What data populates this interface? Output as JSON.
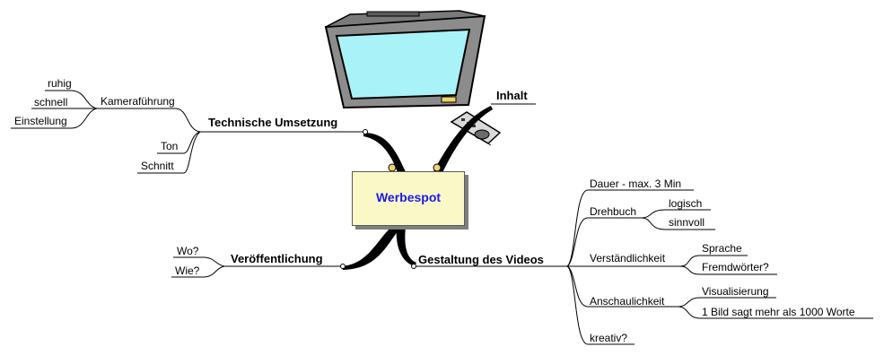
{
  "center": {
    "label": "Werbespot"
  },
  "branches": {
    "technische_umsetzung": {
      "label": "Technische Umsetzung",
      "kamerafuehrung": "Kameraführung",
      "ruhig": "ruhig",
      "schnell": "schnell",
      "einstellung": "Einstellung",
      "ton": "Ton",
      "schnitt": "Schnitt"
    },
    "inhalt": {
      "label": "Inhalt"
    },
    "veroeffentlichung": {
      "label": "Veröffentlichung",
      "wo": "Wo?",
      "wie": "Wie?"
    },
    "gestaltung": {
      "label": "Gestaltung des Videos",
      "dauer": "Dauer - max. 3 Min",
      "drehbuch": "Drehbuch",
      "logisch": "logisch",
      "sinnvoll": "sinnvoll",
      "verstaendlichkeit": "Verständlichkeit",
      "sprache": "Sprache",
      "fremdwoerter": "Fremdwörter?",
      "anschaulichkeit": "Anschaulichkeit",
      "visualisierung": "Visualisierung",
      "ein_bild": "1 Bild sagt mehr als 1000 Worte",
      "kreativ": "kreativ?"
    }
  },
  "icons": {
    "tv": "tv-icon",
    "remote": "remote-control-icon",
    "lamp": "lamp-icon"
  },
  "colors": {
    "center_fill": "#fbf8c8",
    "center_text": "#1a1ae6",
    "tv_screen": "#a9f3f8",
    "tv_frame": "#8c8c8c"
  }
}
